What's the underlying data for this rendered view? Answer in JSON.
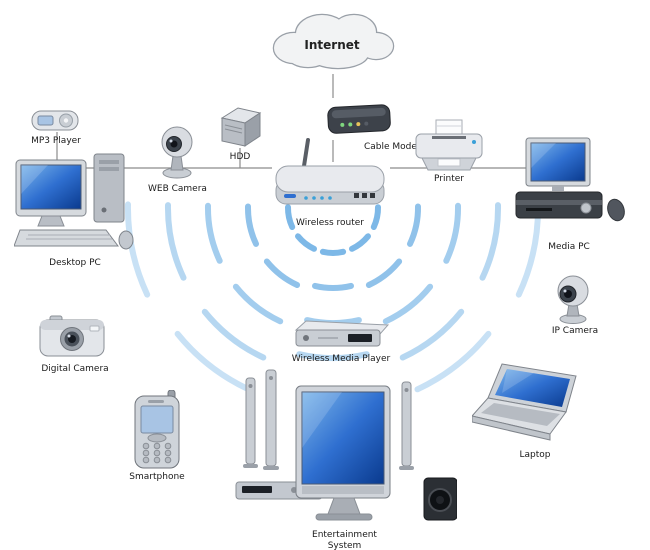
{
  "nodes": {
    "internet": {
      "label": "Internet"
    },
    "cable_modem": {
      "label": "Cable Modem"
    },
    "wireless_router": {
      "label": "Wireless router"
    },
    "mp3_player": {
      "label": "MP3 Player"
    },
    "web_camera": {
      "label": "WEB Camera"
    },
    "hdd": {
      "label": "HDD"
    },
    "printer": {
      "label": "Printer"
    },
    "media_pc": {
      "label": "Media PC"
    },
    "desktop_pc": {
      "label": "Desktop PC"
    },
    "digital_camera": {
      "label": "Digital Camera"
    },
    "ip_camera": {
      "label": "IP Camera"
    },
    "wireless_media_player": {
      "label": "Wireless Media Player"
    },
    "smartphone": {
      "label": "Smartphone"
    },
    "laptop": {
      "label": "Laptop"
    },
    "entertainment_system": {
      "label": "Entertainment System"
    }
  },
  "connections": [
    {
      "from": "internet",
      "to": "cable_modem"
    },
    {
      "from": "cable_modem",
      "to": "wireless_router"
    },
    {
      "from": "wireless_router",
      "to": "mp3_player"
    },
    {
      "from": "wireless_router",
      "to": "web_camera"
    },
    {
      "from": "wireless_router",
      "to": "hdd"
    },
    {
      "from": "wireless_router",
      "to": "desktop_pc"
    },
    {
      "from": "wireless_router",
      "to": "printer"
    },
    {
      "from": "wireless_router",
      "to": "media_pc"
    }
  ],
  "colors": {
    "wifi_arc": "#6fb0e4",
    "line": "#8c8c8c",
    "screen_blue": "#1b5fb8"
  }
}
